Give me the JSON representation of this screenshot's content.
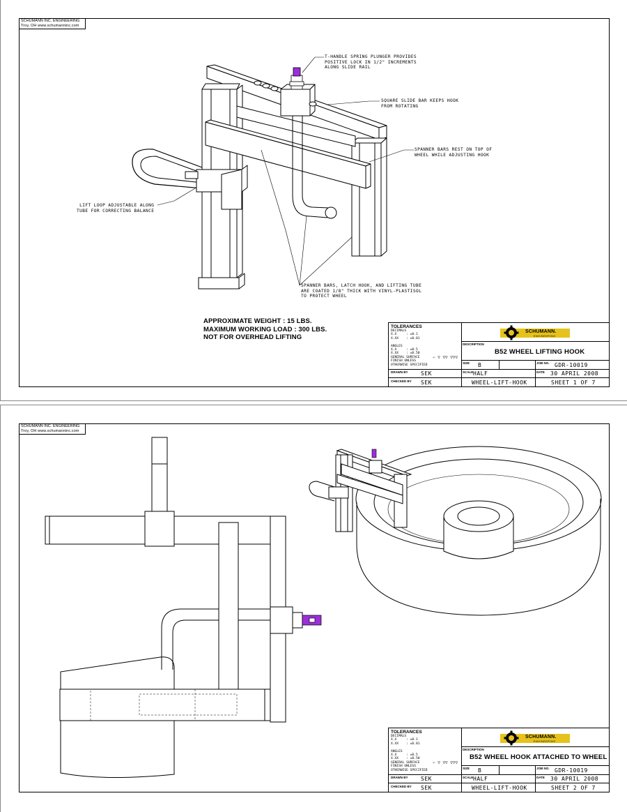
{
  "company_header": {
    "line1": "SCHUMANN INC. ENGINEERING",
    "line2": "Troy, OH   www.schumanninc.com"
  },
  "sheet1": {
    "notes": {
      "plunger": "T-HANDLE SPRING PLUNGER PROVIDES\nPOSITIVE LOCK IN 1/2\" INCREMENTS\nALONG SLIDE RAIL",
      "slide_bar": "SQUARE SLIDE BAR KEEPS HOOK\nFROM ROTATING",
      "spanner_rest": "SPANNER BARS REST ON TOP OF\nWHEEL WHILE ADJUSTING HOOK",
      "lift_loop": "LIFT LOOP ADJUSTABLE ALONG\nTUBE FOR CORRECTING BALANCE",
      "coating": "SPANNER BARS, LATCH HOOK, AND LIFTING TUBE\nARE COATED 1/8\" THICK WITH VINYL-PLASTISOL\nTO PROTECT WHEEL"
    },
    "specs": [
      "APPROXIMATE WEIGHT : 15 LBS.",
      "MAXIMUM WORKING LOAD : 300 LBS.",
      "NOT FOR OVERHEAD LIFTING"
    ],
    "title_block": {
      "tolerances_title": "TOLERANCES",
      "tolerances_text": "DECIMALS\nX.X     : ±0.1\nX.XX    : ±0.01\n\nANGLES\nX.X     : ±0.5\nX.XX    : ±0.50\nGENERAL SURFACE\nFINISH UNLESS\nOTHERWISE SPECIFIED",
      "finish_symbols": "∽ ▽ ▽▽ ▽▽▽",
      "logo_name": "SCHUMANN.",
      "logo_sub": "ENGINEERING",
      "description_label": "DESCRIPTION",
      "description": "B52 WHEEL LIFTING HOOK",
      "size_label": "SIZE",
      "size": "B",
      "job_label": "JOB NO.",
      "job": "GDR-10019",
      "drawn_label": "DRAWN BY",
      "drawn": "SEK",
      "scale_label": "SCALE",
      "scale": "HALF",
      "date_label": "DATE",
      "date": "30 APRIL 2008",
      "checked_label": "CHECKED BY",
      "checked": "SEK",
      "file": "WHEEL-LIFT-HOOK",
      "sheet": "SHEET 1 OF 7"
    }
  },
  "sheet2": {
    "title_block": {
      "tolerances_title": "TOLERANCES",
      "tolerances_text": "DECIMALS\nX.X     : ±0.1\nX.XX    : ±0.01\n\nANGLES\nX.X     : ±0.5\nX.XX    : ±0.50\nGENERAL SURFACE\nFINISH UNLESS\nOTHERWISE SPECIFIED",
      "finish_symbols": "∽ ▽ ▽▽ ▽▽▽",
      "logo_name": "SCHUMANN.",
      "logo_sub": "ENGINEERING",
      "description_label": "DESCRIPTION",
      "description": "B52 WHEEL HOOK ATTACHED TO WHEEL",
      "size_label": "SIZE",
      "size": "B",
      "job_label": "JOB NO.",
      "job": "GDR-10019",
      "drawn_label": "DRAWN BY",
      "drawn": "SEK",
      "scale_label": "SCALE",
      "scale": "HALF",
      "date_label": "DATE",
      "date": "30 APRIL 2008",
      "checked_label": "CHECKED BY",
      "checked": "SEK",
      "file": "WHEEL-LIFT-HOOK",
      "sheet": "SHEET 2 OF 7"
    }
  },
  "colors": {
    "accent_purple": "#9b30d9",
    "logo_yellow": "#e6c31c",
    "line": "#000000"
  }
}
